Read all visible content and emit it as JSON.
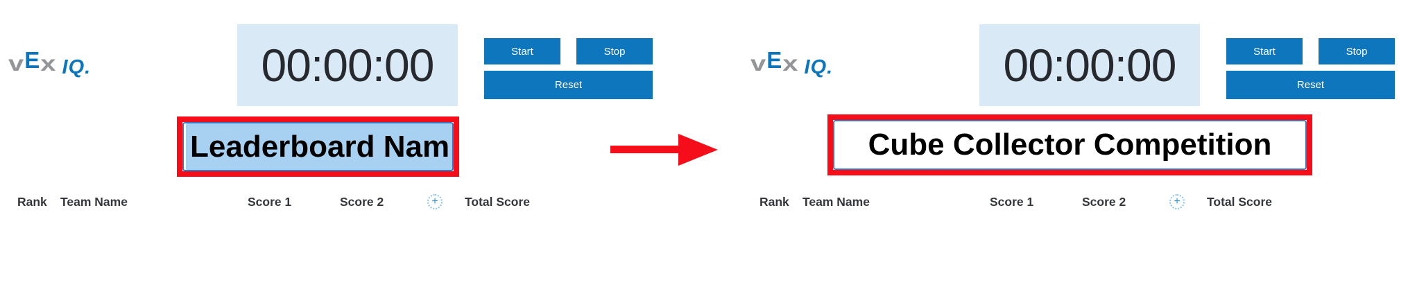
{
  "left_panel": {
    "logo": {
      "part_v": "v",
      "part_e": "E",
      "part_x": "x",
      "part_iq": "IQ."
    },
    "timer_value": "00:00:00",
    "buttons": {
      "start": "Start",
      "stop": "Stop",
      "reset": "Reset"
    },
    "name_input": {
      "value": "Leaderboard Nam",
      "state": "text-selected"
    },
    "headers": {
      "rank": "Rank",
      "team_name": "Team Name",
      "score1": "Score 1",
      "score2": "Score 2",
      "add": "+",
      "total": "Total Score"
    }
  },
  "right_panel": {
    "logo": {
      "part_v": "v",
      "part_e": "E",
      "part_x": "x",
      "part_iq": "IQ."
    },
    "timer_value": "00:00:00",
    "buttons": {
      "start": "Start",
      "stop": "Stop",
      "reset": "Reset"
    },
    "name_input": {
      "value": "Cube Collector Competition",
      "state": "normal"
    },
    "headers": {
      "rank": "Rank",
      "team_name": "Team Name",
      "score1": "Score 1",
      "score2": "Score 2",
      "add": "+",
      "total": "Total Score"
    }
  },
  "colors": {
    "button_blue": "#0e76bd",
    "timer_background": "#d9eaf6",
    "timer_text": "#26292d",
    "selection_highlight": "#a8d1f1",
    "input_border_blue": "#2e7cc4",
    "annotation_red": "#f50d1a",
    "logo_blue": "#0c76bd",
    "logo_gray": "#939598",
    "header_text": "#33363c"
  }
}
